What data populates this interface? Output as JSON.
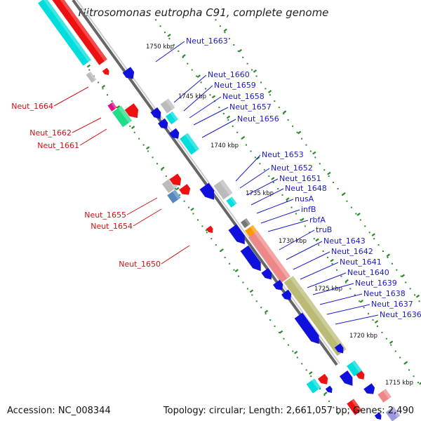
{
  "title": "Nitrosomonas eutropha C91, complete genome",
  "footer": {
    "accession": "Accession: NC_008344",
    "topology": "Topology: circular; Length: 2,661,057 bp; Genes: 2,490"
  },
  "colors": {
    "forward_label": "#1a1acc",
    "reverse_label": "#cc1111",
    "cds": "#1010dd",
    "rrna": "#ee1111",
    "trna_like": "#00dddd",
    "orange": "#ff9900",
    "salmon": "#ee8888",
    "olive": "#bbbb77",
    "gray": "#bbbbbb",
    "green_dash": "#2a8a2a"
  },
  "scale_labels": [
    "1750 kbp",
    "1745 kbp",
    "1740 kbp",
    "1735 kbp",
    "1730 kbp",
    "1725 kbp",
    "1720 kbp",
    "1715 kbp"
  ],
  "right_labels": [
    "Neut_1663",
    "Neut_1660",
    "Neut_1659",
    "Neut_1658",
    "Neut_1657",
    "Neut_1656",
    "Neut_1653",
    "Neut_1652",
    "Neut_1651",
    "Neut_1648",
    "nusA",
    "infB",
    "rbfA",
    "truB",
    "Neut_1643",
    "Neut_1642",
    "Neut_1641",
    "Neut_1640",
    "Neut_1639",
    "Neut_1638",
    "Neut_1637",
    "Neut_1636"
  ],
  "left_labels": [
    "Neut_1664",
    "Neut_1662",
    "Neut_1661",
    "Neut_1655",
    "Neut_1654",
    "Neut_1650"
  ]
}
